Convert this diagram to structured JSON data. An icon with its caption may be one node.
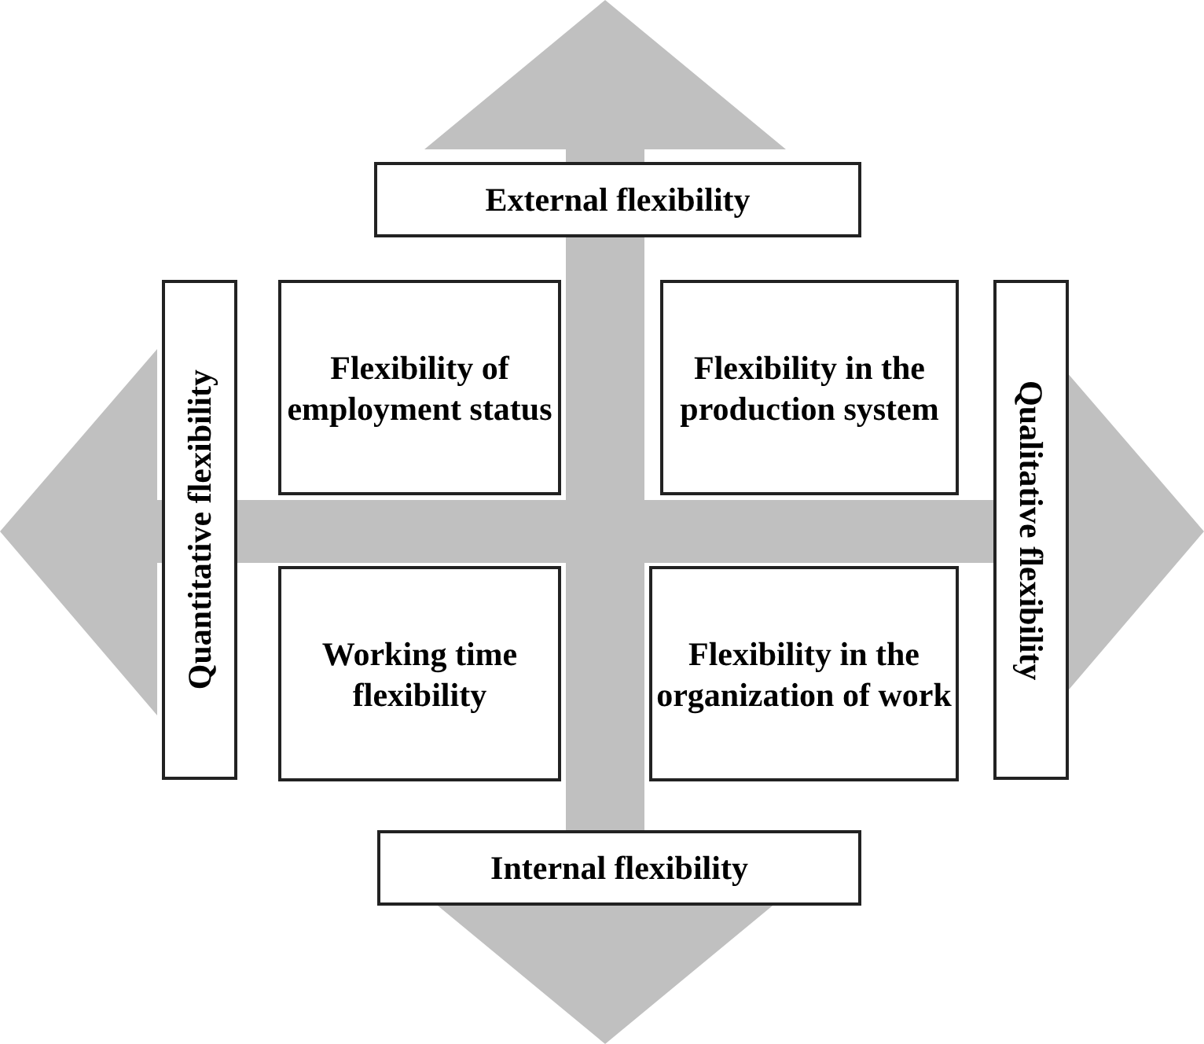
{
  "diagram": {
    "nodes": [
      {
        "text": [
          "External flexibility"
        ]
      },
      {
        "text": [
          "Quantitative flexibility"
        ]
      },
      {
        "text": [
          "Flexibility of employment status"
        ]
      },
      {
        "text": [
          "Flexibility in the production system"
        ]
      },
      {
        "text": [
          "Qualitative flexibility"
        ]
      },
      {
        "text": [
          "Working time flexibility"
        ]
      },
      {
        "text": [
          "Flexibility in the organization of work"
        ]
      },
      {
        "text": [
          "Internal flexibility"
        ]
      }
    ]
  }
}
